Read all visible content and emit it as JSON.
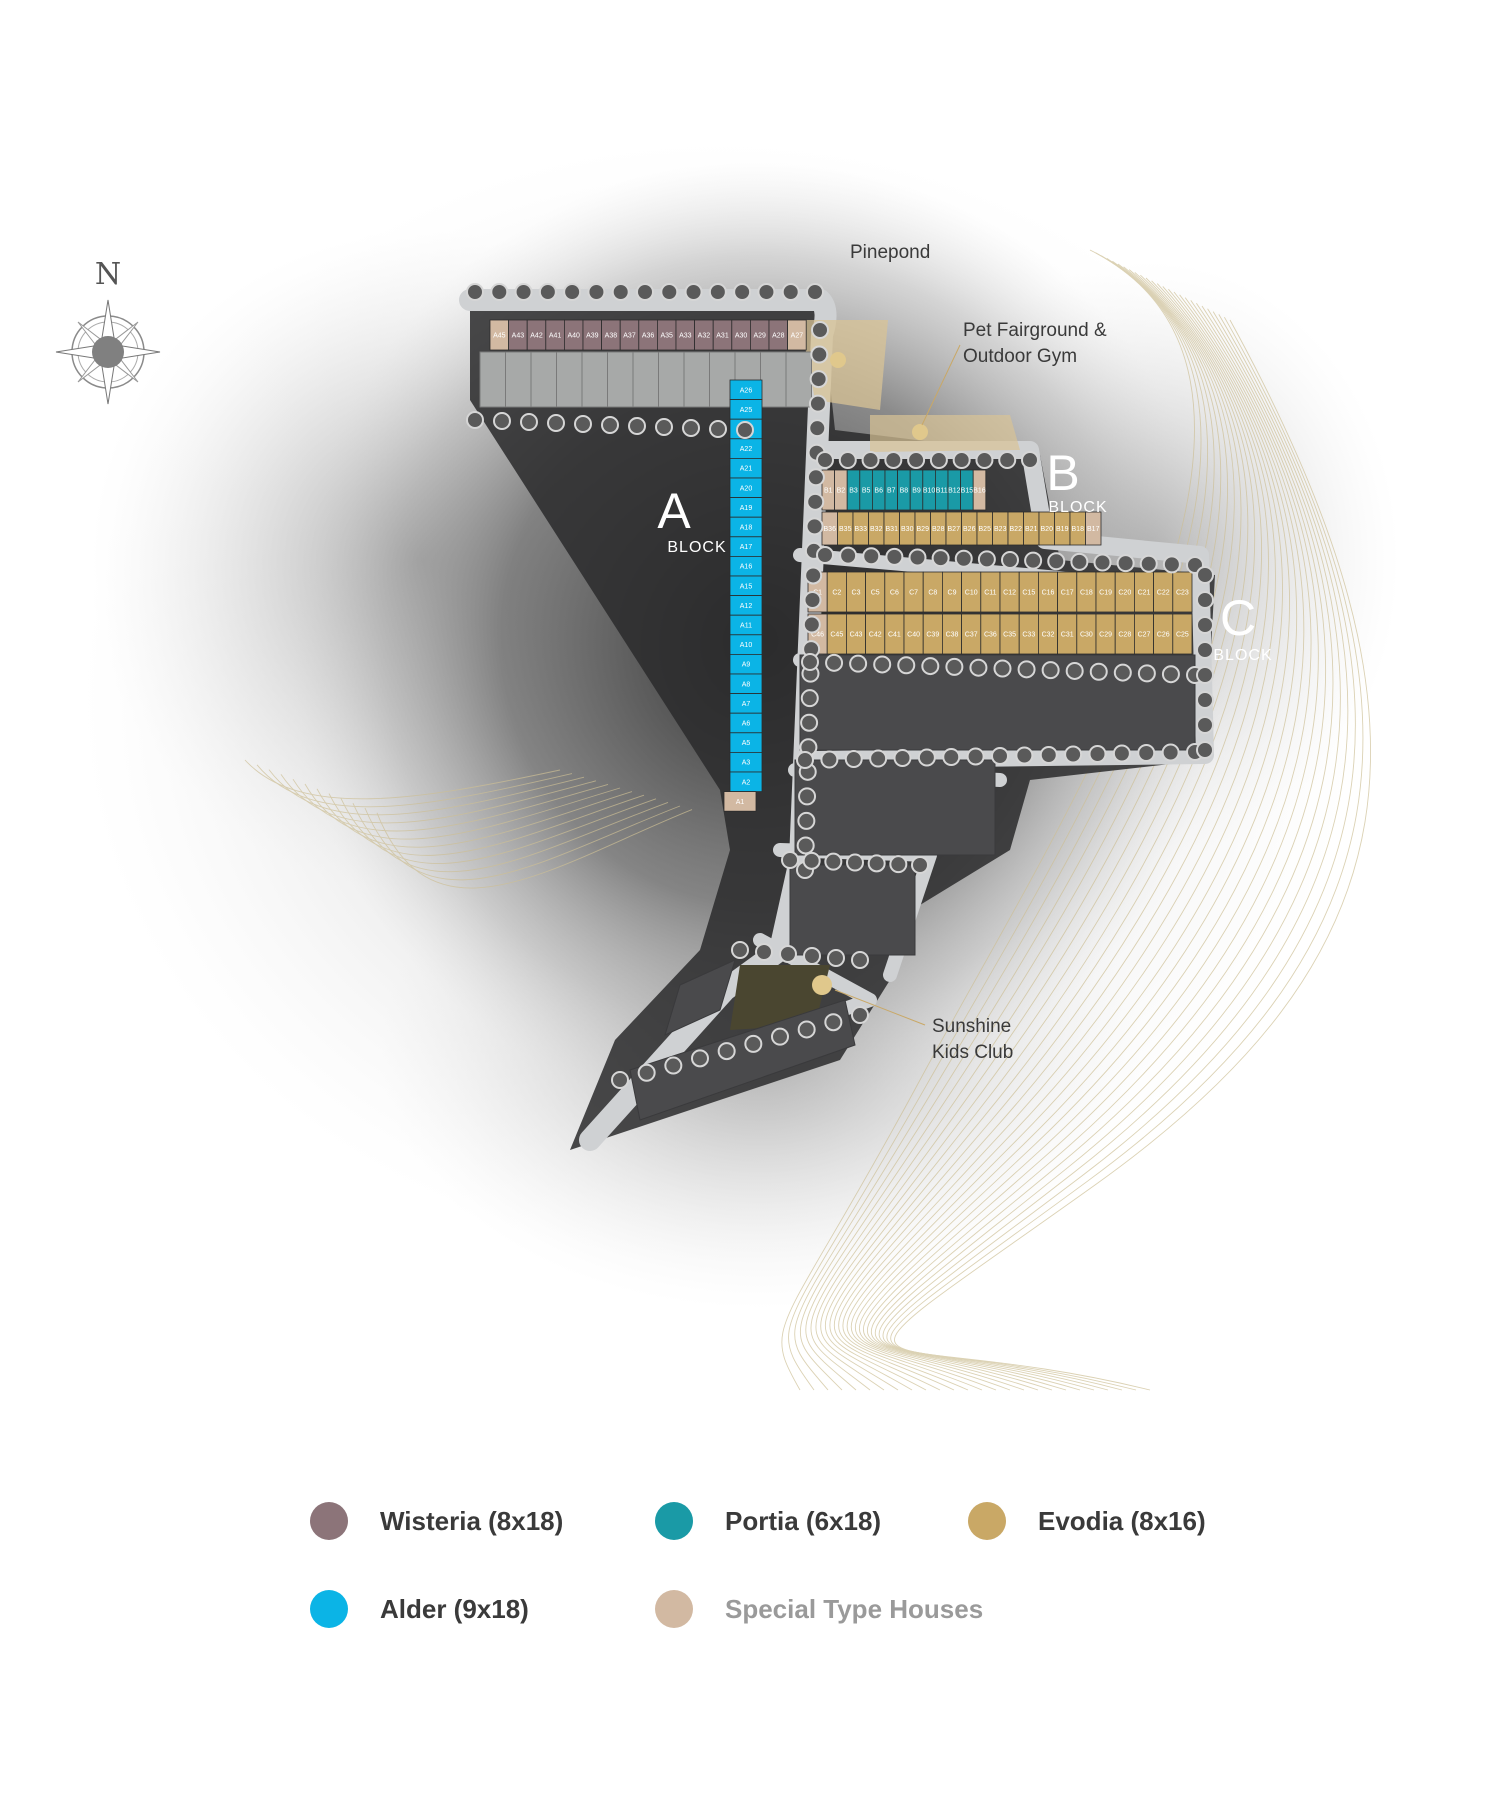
{
  "compass": {
    "north_label": "N",
    "icon": "compass-rose-icon"
  },
  "blocks": [
    {
      "letter": "A",
      "word": "BLOCK"
    },
    {
      "letter": "B",
      "word": "BLOCK"
    },
    {
      "letter": "C",
      "word": "BLOCK"
    }
  ],
  "places": {
    "pinepond": "Pinepond",
    "pet_line1": "Pet Fairground &",
    "pet_line2": "Outdoor Gym",
    "kids_line1": "Sunshine",
    "kids_line2": "Kids Club"
  },
  "lots": {
    "a_top": [
      "A45",
      "A43",
      "A42",
      "A41",
      "A40",
      "A39",
      "A38",
      "A37",
      "A36",
      "A35",
      "A33",
      "A32",
      "A31",
      "A30",
      "A29",
      "A28",
      "A27"
    ],
    "a_col": [
      "A26",
      "A25",
      "A23",
      "A22",
      "A21",
      "A20",
      "A19",
      "A18",
      "A17",
      "A16",
      "A15",
      "A12",
      "A11",
      "A10",
      "A9",
      "A8",
      "A7",
      "A6",
      "A5",
      "A3",
      "A2",
      "A1"
    ],
    "b_top": [
      "B1",
      "B2",
      "B3",
      "B5",
      "B6",
      "B7",
      "B8",
      "B9",
      "B10",
      "B11",
      "B12",
      "B15",
      "B16"
    ],
    "b_bottom": [
      "B36",
      "B35",
      "B33",
      "B32",
      "B31",
      "B30",
      "B29",
      "B28",
      "B27",
      "B26",
      "B25",
      "B23",
      "B22",
      "B21",
      "B20",
      "B19",
      "B18",
      "B17"
    ],
    "c_top": [
      "C1",
      "C2",
      "C3",
      "C5",
      "C6",
      "C7",
      "C8",
      "C9",
      "C10",
      "C11",
      "C12",
      "C15",
      "C16",
      "C17",
      "C18",
      "C19",
      "C20",
      "C21",
      "C22",
      "C23"
    ],
    "c_bottom": [
      "C46",
      "C45",
      "C43",
      "C42",
      "C41",
      "C40",
      "C39",
      "C38",
      "C37",
      "C36",
      "C35",
      "C33",
      "C32",
      "C31",
      "C30",
      "C29",
      "C28",
      "C27",
      "C26",
      "C25"
    ]
  },
  "colors": {
    "wisteria": "#8c7479",
    "portia": "#1a9aa6",
    "evodia": "#c9a866",
    "alder": "#0bb4e6",
    "special": "#d2b9a2",
    "unassigned": "#4a4a4c",
    "top_gray": "#a7a9a8",
    "road": "#cfd1d3"
  },
  "legend": [
    {
      "label": "Wisteria (8x18)",
      "color": "#8c7479"
    },
    {
      "label": "Portia (6x18)",
      "color": "#1a9aa6"
    },
    {
      "label": "Evodia (8x16)",
      "color": "#c9a866"
    },
    {
      "label": "Alder (9x18)",
      "color": "#0bb4e6"
    },
    {
      "label": "Special Type Houses",
      "color": "#d2b9a2"
    }
  ]
}
